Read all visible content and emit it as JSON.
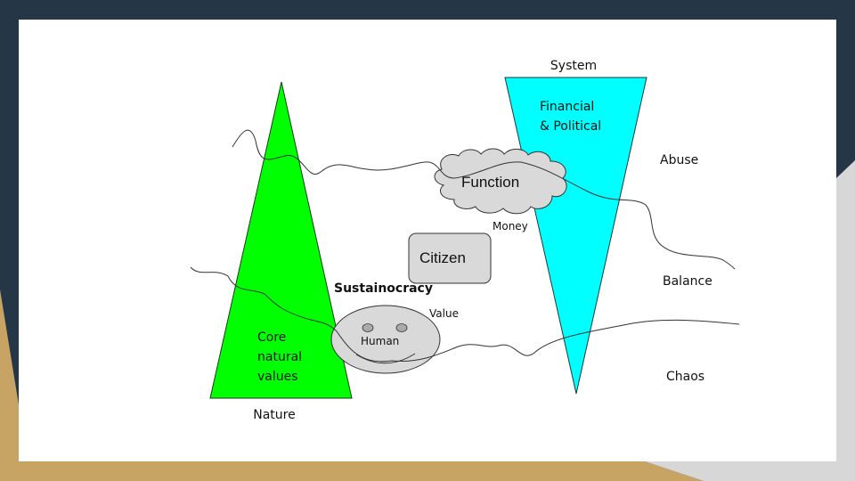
{
  "colors": {
    "background_dark": "#253746",
    "background_gold": "#c8a464",
    "background_grey": "#d7d7d7",
    "nature": "#00ff00",
    "system": "#00ffff",
    "shape_grey": "#d9d9d9"
  },
  "labels": {
    "system": "System",
    "financial_line1": "Financial",
    "financial_line2": "& Political",
    "abuse": "Abuse",
    "balance": "Balance",
    "chaos": "Chaos",
    "function": "Function",
    "money": "Money",
    "citizen": "Citizen",
    "sustainocracy": "Sustainocracy",
    "value": "Value",
    "human": "Human",
    "core_line1": "Core",
    "core_line2": "natural",
    "core_line3": "values",
    "nature": "Nature"
  }
}
